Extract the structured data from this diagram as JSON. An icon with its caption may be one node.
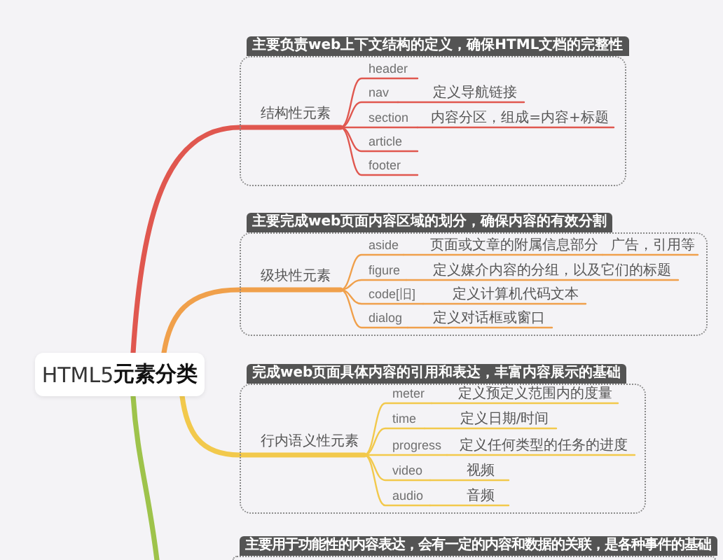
{
  "diagram": {
    "nodes": [
      {
        "text": [
          "HTML5**元素分类**"
        ]
      },
      {
        "text": [
          "主要负责web上下文结构的定义，确保HTML文档的完整性"
        ]
      },
      {
        "text": [
          "结构性元素"
        ],
        "in": 1
      },
      {
        "text": [
          "header"
        ],
        "in": 1
      },
      {
        "text": [
          "nav"
        ],
        "in": 1
      },
      {
        "text": [
          "定义导航链接"
        ],
        "in": 1
      },
      {
        "text": [
          "section"
        ],
        "in": 1
      },
      {
        "text": [
          "内容分区，组成=内容+标题"
        ],
        "in": 1
      },
      {
        "text": [
          "article"
        ],
        "in": 1
      },
      {
        "text": [
          "footer"
        ],
        "in": 1
      },
      {
        "text": [
          "主要完成web页面内容区域的划分，确保内容的有效分割"
        ]
      },
      {
        "text": [
          "级块性元素"
        ],
        "in": 10
      },
      {
        "text": [
          "aside"
        ],
        "in": 10
      },
      {
        "text": [
          "页面或文章的附属信息部分"
        ],
        "in": 10
      },
      {
        "text": [
          "广告，引用等"
        ],
        "in": 10
      },
      {
        "text": [
          "figure"
        ],
        "in": 10
      },
      {
        "text": [
          "定义媒介内容的分组，以及它们的标题"
        ],
        "in": 10
      },
      {
        "text": [
          "code[旧]"
        ],
        "in": 10
      },
      {
        "text": [
          "定义计算机代码文本"
        ],
        "in": 10
      },
      {
        "text": [
          "dialog"
        ],
        "in": 10
      },
      {
        "text": [
          "定义对话框或窗口"
        ],
        "in": 10
      },
      {
        "text": [
          "完成web页面具体内容的引用和表达，丰富内容展示的基础"
        ]
      },
      {
        "text": [
          "行内语义性元素"
        ],
        "in": 21
      },
      {
        "text": [
          "meter"
        ],
        "in": 21
      },
      {
        "text": [
          "定义预定义范围内的度量"
        ],
        "in": 21
      },
      {
        "text": [
          "time"
        ],
        "in": 21
      },
      {
        "text": [
          "定义日期/时间"
        ],
        "in": 21
      },
      {
        "text": [
          "progress"
        ],
        "in": 21
      },
      {
        "text": [
          "定义任何类型的任务的进度"
        ],
        "in": 21
      },
      {
        "text": [
          "video"
        ],
        "in": 21
      },
      {
        "text": [
          "视频"
        ],
        "in": 21
      },
      {
        "text": [
          "audio"
        ],
        "in": 21
      },
      {
        "text": [
          "音频"
        ],
        "in": 21
      },
      {
        "text": [
          "主要用于功能性的内容表达，会有一定的内容和数据的关联，是各种事件的基础"
        ]
      }
    ],
    "edges": [
      {
        "from": 0,
        "to": 2,
        "arrow": "none",
        "style": "thick",
        "color": "#e0574f"
      },
      {
        "from": 2,
        "to": 3,
        "arrow": "none",
        "color": "#e0574f"
      },
      {
        "from": 2,
        "to": 4,
        "arrow": "none",
        "color": "#e0574f"
      },
      {
        "from": 4,
        "to": 5,
        "arrow": "none",
        "color": "#e0574f"
      },
      {
        "from": 2,
        "to": 6,
        "arrow": "none",
        "color": "#e0574f"
      },
      {
        "from": 6,
        "to": 7,
        "arrow": "none",
        "color": "#e0574f"
      },
      {
        "from": 2,
        "to": 8,
        "arrow": "none",
        "color": "#e0574f"
      },
      {
        "from": 2,
        "to": 9,
        "arrow": "none",
        "color": "#e0574f"
      },
      {
        "from": 0,
        "to": 11,
        "arrow": "none",
        "style": "thick",
        "color": "#f0a04b"
      },
      {
        "from": 11,
        "to": 12,
        "arrow": "none",
        "color": "#f0a04b"
      },
      {
        "from": 12,
        "to": 13,
        "arrow": "none",
        "color": "#f0a04b"
      },
      {
        "from": 13,
        "to": 14,
        "arrow": "none",
        "color": "#f0a04b"
      },
      {
        "from": 11,
        "to": 15,
        "arrow": "none",
        "color": "#f0a04b"
      },
      {
        "from": 15,
        "to": 16,
        "arrow": "none",
        "color": "#f0a04b"
      },
      {
        "from": 11,
        "to": 17,
        "arrow": "none",
        "color": "#f0a04b"
      },
      {
        "from": 17,
        "to": 18,
        "arrow": "none",
        "color": "#f0a04b"
      },
      {
        "from": 11,
        "to": 19,
        "arrow": "none",
        "color": "#f0a04b"
      },
      {
        "from": 19,
        "to": 20,
        "arrow": "none",
        "color": "#f0a04b"
      },
      {
        "from": 0,
        "to": 22,
        "arrow": "none",
        "style": "thick",
        "color": "#f2c94c"
      },
      {
        "from": 22,
        "to": 23,
        "arrow": "none",
        "color": "#f2c94c"
      },
      {
        "from": 23,
        "to": 24,
        "arrow": "none",
        "color": "#f2c94c"
      },
      {
        "from": 22,
        "to": 25,
        "arrow": "none",
        "color": "#f2c94c"
      },
      {
        "from": 25,
        "to": 26,
        "arrow": "none",
        "color": "#f2c94c"
      },
      {
        "from": 22,
        "to": 27,
        "arrow": "none",
        "color": "#f2c94c"
      },
      {
        "from": 27,
        "to": 28,
        "arrow": "none",
        "color": "#f2c94c"
      },
      {
        "from": 22,
        "to": 29,
        "arrow": "none",
        "color": "#f2c94c"
      },
      {
        "from": 29,
        "to": 30,
        "arrow": "none",
        "color": "#f2c94c"
      },
      {
        "from": 22,
        "to": 31,
        "arrow": "none",
        "color": "#f2c94c"
      },
      {
        "from": 31,
        "to": 32,
        "arrow": "none",
        "color": "#f2c94c"
      },
      {
        "from": 0,
        "to": null,
        "arrow": "none",
        "style": "thick",
        "color": "#9ec34b"
      }
    ]
  }
}
